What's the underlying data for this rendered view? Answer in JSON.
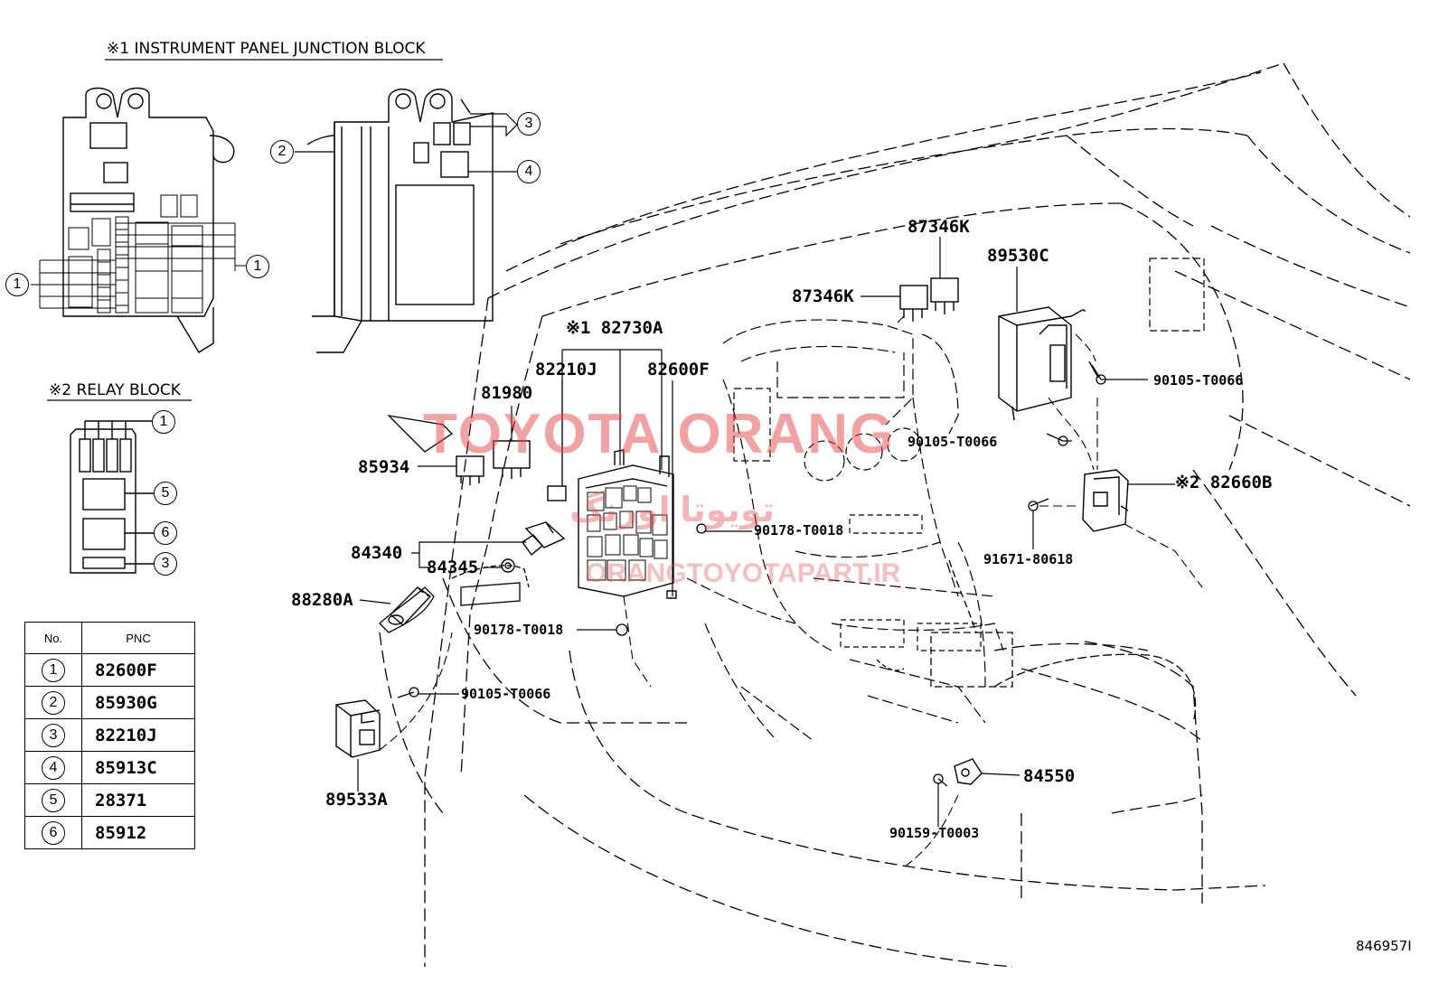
{
  "titles": {
    "junction_block": "※1 INSTRUMENT PANEL JUNCTION BLOCK",
    "relay_block": "※2 RELAY BLOCK"
  },
  "part_labels": {
    "p87346k_top": "87346K",
    "p87346k_left": "87346K",
    "p89530c": "89530C",
    "p82730a": "※1 82730A",
    "p82210j": "82210J",
    "p82600f": "82600F",
    "p81980": "81980",
    "p85934": "85934",
    "p84340": "84340",
    "p84345": "84345",
    "p88280a": "88280A",
    "p90105_right": "90105-T0066",
    "p90105_mid": "90105-T0066",
    "p90105_low": "90105-T0066",
    "p82660b": "※2 82660B",
    "p90178_a": "90178-T0018",
    "p90178_b": "90178-T0018",
    "p91671": "91671-80618",
    "p89533a": "89533A",
    "p84550": "84550",
    "p90159": "90159-T0003"
  },
  "callouts": {
    "jb_left_1": "1",
    "jb_right_1": "1",
    "jb_2": "2",
    "jb_3": "3",
    "jb_4": "4",
    "rb_1": "1",
    "rb_5": "5",
    "rb_6": "6",
    "rb_3": "3"
  },
  "table": {
    "headers": [
      "No.",
      "PNC"
    ],
    "rows": [
      {
        "no": "1",
        "pnc": "82600F"
      },
      {
        "no": "2",
        "pnc": "85930G"
      },
      {
        "no": "3",
        "pnc": "82210J"
      },
      {
        "no": "4",
        "pnc": "85913C"
      },
      {
        "no": "5",
        "pnc": "28371"
      },
      {
        "no": "6",
        "pnc": "85912"
      }
    ]
  },
  "watermark": {
    "main": "TOYOTA ORANG",
    "arabic": "تویوتا اورنگ",
    "url": "ORANGTOYOTAPART.IR"
  },
  "diagram_id": "846957I",
  "colors": {
    "line": "#000000",
    "watermark": "#e8484c"
  }
}
